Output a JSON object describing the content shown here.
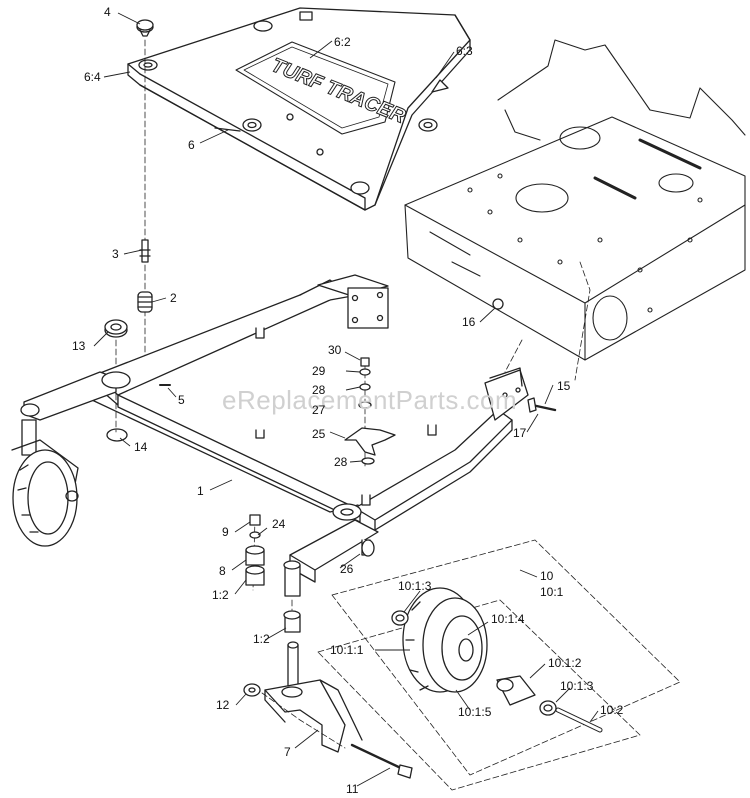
{
  "watermark": "eReplacementParts.com",
  "logo_text": "TURF TRACER",
  "callouts": {
    "c4": "4",
    "c6_4": "6:4",
    "c6_2": "6:2",
    "c6_3": "6:3",
    "c6": "6",
    "c3": "3",
    "c2": "2",
    "c13": "13",
    "c5": "5",
    "c14": "14",
    "c1": "1",
    "c16": "16",
    "c30": "30",
    "c29": "29",
    "c28a": "28",
    "c27": "27",
    "c25": "25",
    "c28b": "28",
    "c15": "15",
    "c17": "17",
    "c9": "9",
    "c24": "24",
    "c8": "8",
    "c1_2a": "1:2",
    "c26": "26",
    "c10": "10",
    "c10_1": "10:1",
    "c10_1_3a": "10:1:3",
    "c10_1_4": "10:1:4",
    "c10_1_1": "10:1:1",
    "c10_1_2": "10:1:2",
    "c10_1_3b": "10:1:3",
    "c10_2": "10:2",
    "c10_1_5": "10:1:5",
    "c1_2b": "1:2",
    "c12": "12",
    "c7": "7",
    "c11": "11"
  }
}
